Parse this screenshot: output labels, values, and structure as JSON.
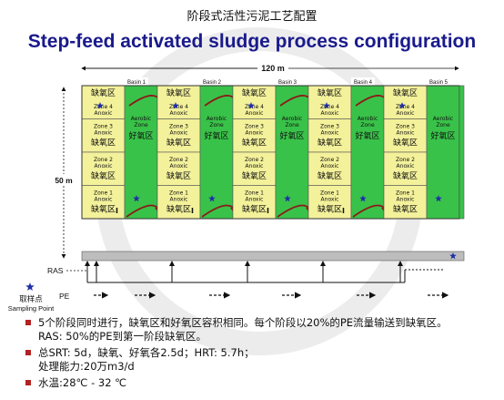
{
  "title_cn": "阶段式活性污泥工艺配置",
  "title_en": "Step-feed activated sludge process configuration",
  "diagram": {
    "length_label": "120 m",
    "width_label": "50 m",
    "basins": [
      {
        "label": "Basin 1",
        "anoxic_cn": "缺氧区",
        "zone4_en": "Zone 4 Anoxic",
        "zone4_cn": "缺氧区",
        "zone3_en": "Zone 3 Anoxic",
        "zone3_cn": "缺氧区",
        "zone2_en": "Zone 2 Anoxic",
        "zone2_cn": "缺氧区",
        "zone1_en": "Zone 1 Anoxic",
        "zone1_cn": "缺氧区",
        "aerobic_en": "Aerobic Zone",
        "aerobic_cn": "好氧区"
      },
      {
        "label": "Basin 2",
        "anoxic_cn": "缺氧区",
        "zone4_en": "Zone 4 Anoxic",
        "zone4_cn": "缺氧区",
        "zone3_en": "Zone 3 Anoxic",
        "zone3_cn": "缺氧区",
        "zone2_en": "Zone 2 Anoxic",
        "zone2_cn": "缺氧区",
        "zone1_en": "Zone 1 Anoxic",
        "zone1_cn": "缺氧区",
        "aerobic_en": "Aerobic Zone",
        "aerobic_cn": "好氧区"
      },
      {
        "label": "Basin 3",
        "anoxic_cn": "缺氧区",
        "zone4_en": "Zone 4 Anoxic",
        "zone4_cn": "缺氧区",
        "zone3_en": "Zone 3 Anoxic",
        "zone3_cn": "缺氧区",
        "zone2_en": "Zone 2 Anoxic",
        "zone2_cn": "缺氧区",
        "zone1_en": "Zone 1 Anoxic",
        "zone1_cn": "缺氧区",
        "aerobic_en": "Aerobic Zone",
        "aerobic_cn": "好氧区"
      },
      {
        "label": "Basin 4",
        "anoxic_cn": "缺氧区",
        "zone4_en": "Zone 4 Anoxic",
        "zone4_cn": "缺氧区",
        "zone3_en": "Zone 3 Anoxic",
        "zone3_cn": "缺氧区",
        "zone2_en": "Zone 2 Anoxic",
        "zone2_cn": "缺氧区",
        "zone1_en": "Zone 1 Anoxic",
        "zone1_cn": "缺氧区",
        "aerobic_en": "Aerobic Zone",
        "aerobic_cn": "好氧区"
      },
      {
        "label": "Basin 5",
        "anoxic_cn": "缺氧区",
        "zone4_en": "Zone 4 Anoxic",
        "zone4_cn": "缺氧区",
        "zone3_en": "Zone 3 Anoxic",
        "zone3_cn": "缺氧区",
        "zone2_en": "Zone 2 Anoxic",
        "zone2_cn": "缺氧区",
        "zone1_en": "Zone 1 Anoxic",
        "zone1_cn": "缺氧区",
        "aerobic_en": "Aerobic Zone",
        "aerobic_cn": "好氧区"
      }
    ],
    "ras_label": "RAS",
    "pe_label": "PE",
    "sampling_cn": "取样点",
    "sampling_en": "Sampling Point",
    "colors": {
      "anoxic": "#f3f19a",
      "aerobic": "#39c249",
      "channel": "#bdbdbd",
      "star": "#1f2ea8",
      "arrow": "#8b1a1a"
    }
  },
  "bullets": [
    {
      "line1": "5个阶段同时进行，缺氧区和好氧区容积相同。每个阶段以20%的PE流量输送到缺氧区。",
      "line2": "RAS: 50%的PE到第一阶段缺氧区。"
    },
    {
      "line1": "总SRT: 5d，缺氧、好氧各2.5d；HRT: 5.7h；",
      "line2": "处理能力:20万m3/d"
    },
    {
      "line1": "水温:28℃ - 32 ℃",
      "line2": ""
    }
  ]
}
